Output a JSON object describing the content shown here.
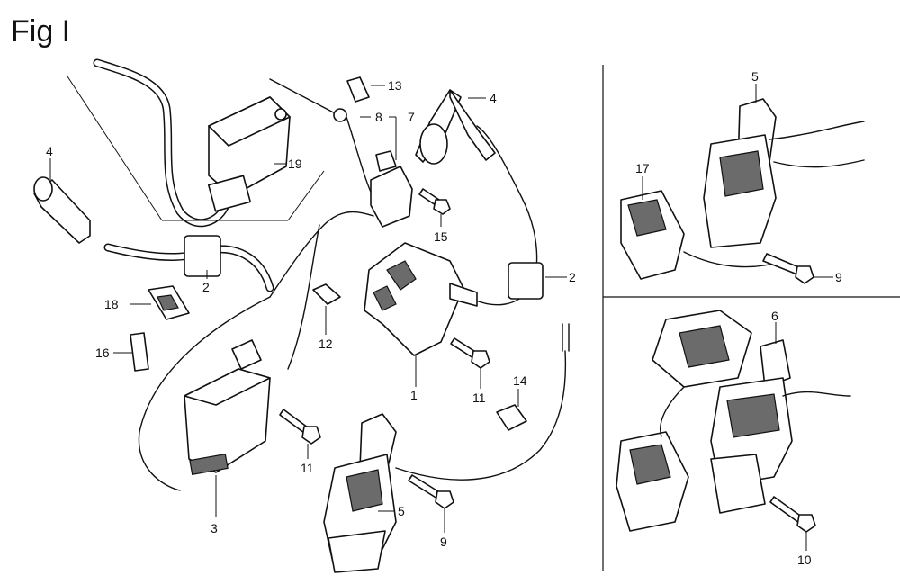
{
  "figure": {
    "title": "Fig I"
  },
  "callouts": [
    {
      "id": "c1",
      "text": "1"
    },
    {
      "id": "c2a",
      "text": "2"
    },
    {
      "id": "c2b",
      "text": "2"
    },
    {
      "id": "c3",
      "text": "3"
    },
    {
      "id": "c4a",
      "text": "4"
    },
    {
      "id": "c4b",
      "text": "4"
    },
    {
      "id": "c5a",
      "text": "5"
    },
    {
      "id": "c5b",
      "text": "5"
    },
    {
      "id": "c6",
      "text": "6"
    },
    {
      "id": "c7",
      "text": "7"
    },
    {
      "id": "c8",
      "text": "8"
    },
    {
      "id": "c9a",
      "text": "9"
    },
    {
      "id": "c9b",
      "text": "9"
    },
    {
      "id": "c10",
      "text": "10"
    },
    {
      "id": "c11a",
      "text": "11"
    },
    {
      "id": "c11b",
      "text": "11"
    },
    {
      "id": "c12",
      "text": "12"
    },
    {
      "id": "c13",
      "text": "13"
    },
    {
      "id": "c14",
      "text": "14"
    },
    {
      "id": "c15",
      "text": "15"
    },
    {
      "id": "c16",
      "text": "16"
    },
    {
      "id": "c17",
      "text": "17"
    },
    {
      "id": "c18",
      "text": "18"
    },
    {
      "id": "c19",
      "text": "19"
    }
  ]
}
